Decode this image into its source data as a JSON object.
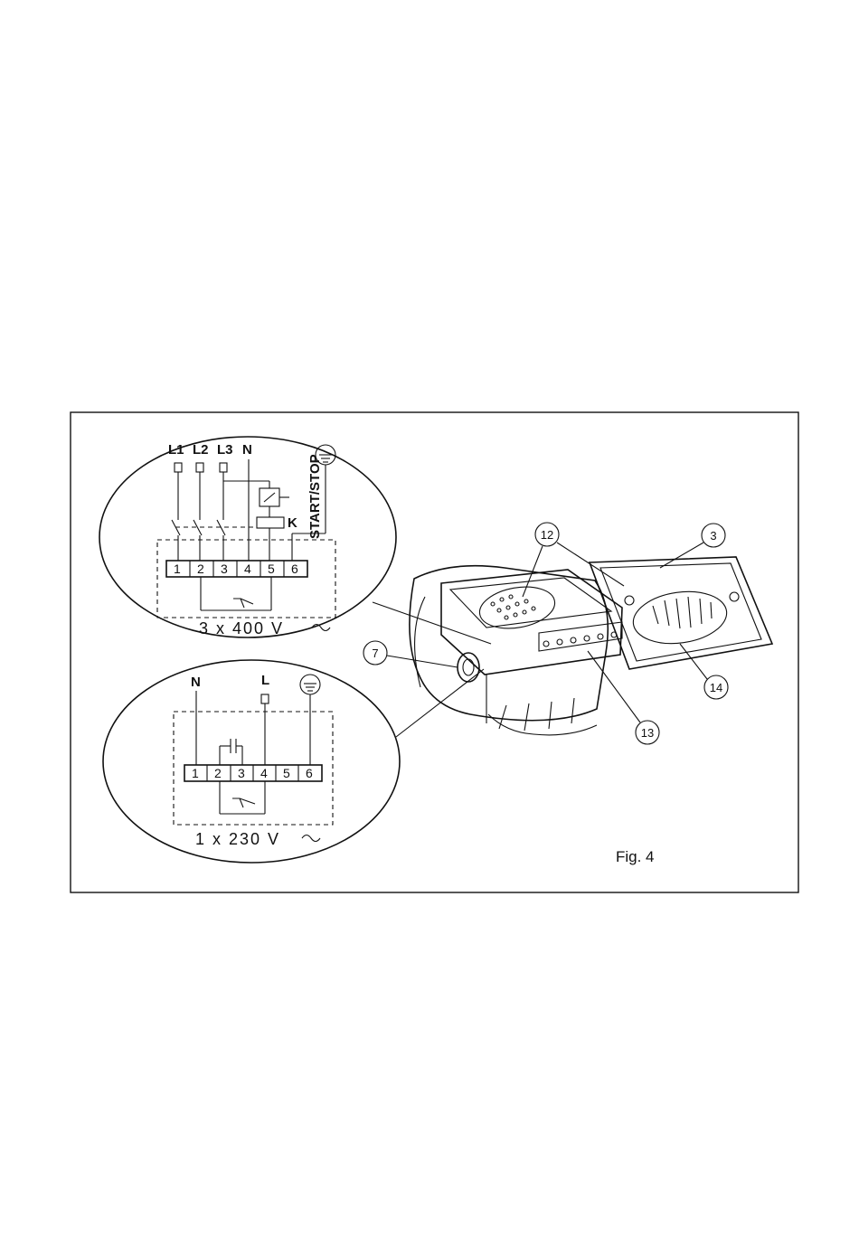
{
  "figure": {
    "caption": "Fig. 4",
    "three_phase": {
      "voltage": "3 x 400 V",
      "lines": [
        "L1",
        "L2",
        "L3",
        "N"
      ],
      "contactor": "K",
      "control": "START/STOP",
      "terminals": [
        "1",
        "2",
        "3",
        "4",
        "5",
        "6"
      ]
    },
    "single_phase": {
      "voltage": "1 x 230 V",
      "line_n": "N",
      "line_l": "L",
      "terminals": [
        "1",
        "2",
        "3",
        "4",
        "5",
        "6"
      ]
    },
    "callouts": [
      "12",
      "3",
      "7",
      "14",
      "13"
    ]
  }
}
